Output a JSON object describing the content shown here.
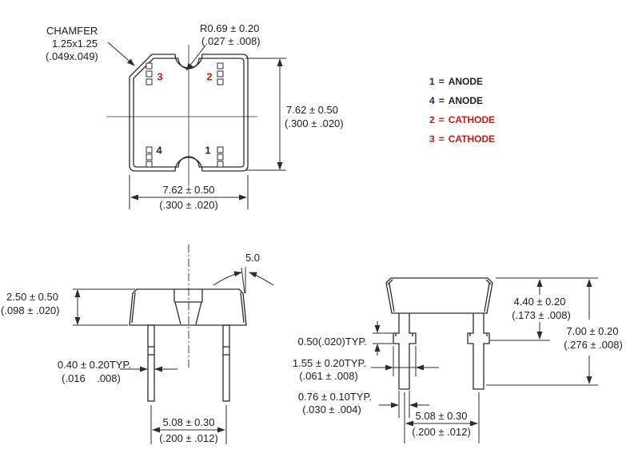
{
  "colors": {
    "line": "#2c2c2c",
    "text": "#1f1f1f",
    "anode_number": "#1a237e",
    "cathode_red": "#d01818",
    "background": "#ffffff"
  },
  "top_view": {
    "chamfer_callout": [
      "CHAMFER",
      "1.25x1.25",
      "(.049x.049)"
    ],
    "radius_callout": [
      "R0.69 ± 0.20",
      "(.027 ± .008)"
    ],
    "height_dim": [
      "7.62 ± 0.50",
      "(.300 ± .020)"
    ],
    "width_dim": [
      "7.62 ± 0.50",
      "(.300 ± .020)"
    ],
    "pins": {
      "top_left": "3",
      "top_right": "2",
      "bottom_left": "4",
      "bottom_right": "1"
    }
  },
  "legend": {
    "items": [
      {
        "num": "1",
        "sep": "=",
        "label": "ANODE",
        "type": "anode"
      },
      {
        "num": "4",
        "sep": "=",
        "label": "ANODE",
        "type": "anode"
      },
      {
        "num": "2",
        "sep": "=",
        "label": "CATHODE",
        "type": "cathode"
      },
      {
        "num": "3",
        "sep": "=",
        "label": "CATHODE",
        "type": "cathode"
      }
    ]
  },
  "side_view": {
    "body_height_dim": [
      "2.50 ± 0.50",
      "(.098 ± .020)"
    ],
    "lead_width_dim": [
      "0.40 ± 0.20TYP.",
      "(.016    .008)"
    ],
    "lead_pitch_dim": [
      "5.08 ± 0.30",
      "(.200 ± .012)"
    ],
    "draft_angle": "5.0"
  },
  "front_view": {
    "standoff_height_dim": "0.50(.020)TYP.",
    "standoff_width_dim": [
      "1.55 ± 0.20TYP.",
      "(.061 ± .008)"
    ],
    "lead_width_dim": [
      "0.76 ± 0.10TYP.",
      "(.030 ± .004)"
    ],
    "body_to_standoff_dim": [
      "4.40 ± 0.20",
      "(.173 ± .008)"
    ],
    "overall_height_dim": [
      "7.00 ± 0.20",
      "(.276 ± .008)"
    ],
    "lead_pitch_dim": [
      "5.08 ± 0.30",
      "(.200 ± .012)"
    ]
  }
}
